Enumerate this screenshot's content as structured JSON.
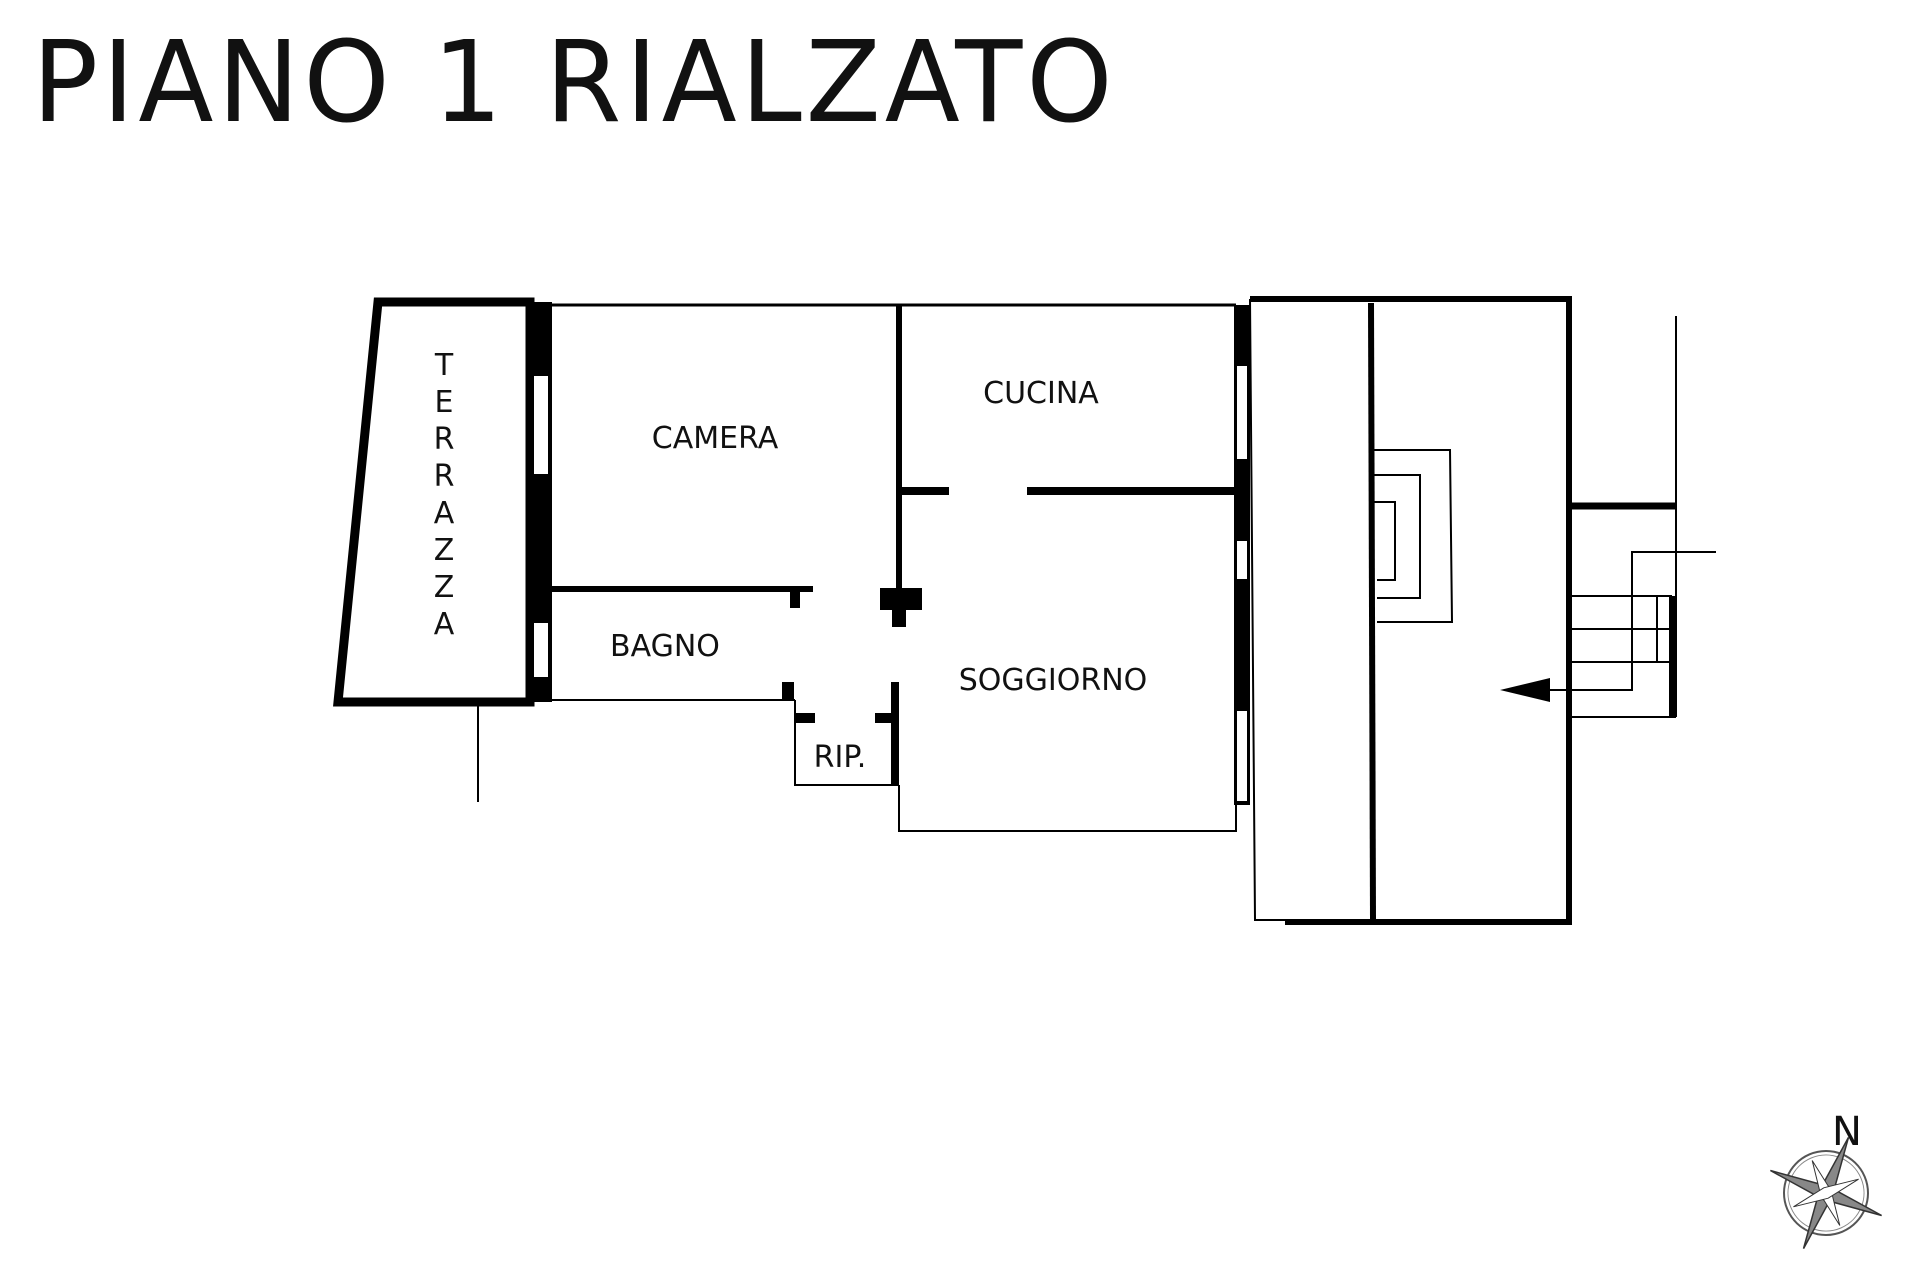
{
  "title": "PIANO 1 RIALZATO",
  "rooms": {
    "terrazza": "TERRAZZA",
    "camera": "CAMERA",
    "cucina": "CUCINA",
    "bagno": "BAGNO",
    "soggiorno": "SOGGIORNO",
    "ripostiglio": "RIP."
  },
  "compass": {
    "north_label": "N",
    "icon": "compass-rose-icon"
  }
}
